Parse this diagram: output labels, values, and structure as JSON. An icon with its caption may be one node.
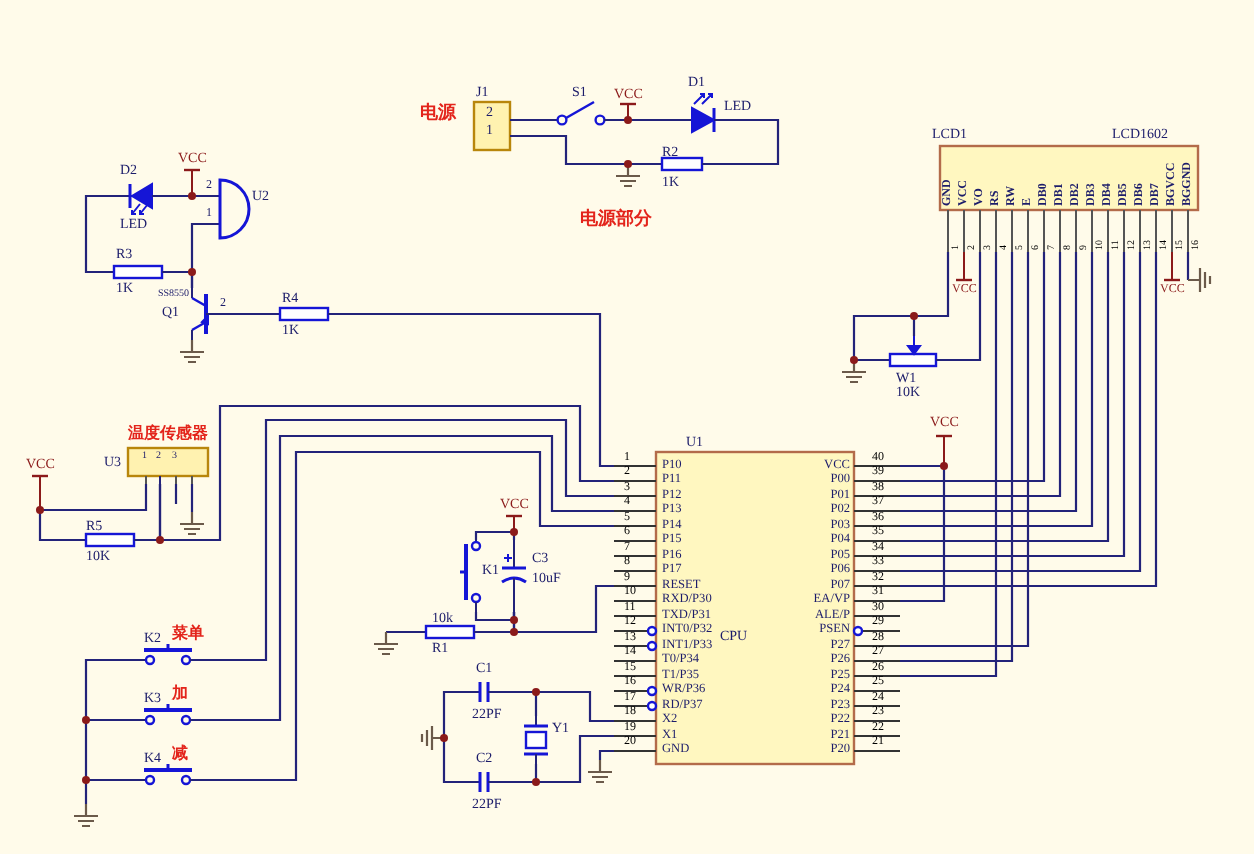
{
  "diagram": {
    "nodes": [
      {
        "text": [
          "J1",
          "2",
          "1"
        ]
      },
      {
        "text": [
          "S1"
        ]
      },
      {
        "text": [
          "D1",
          "LED"
        ]
      },
      {
        "text": [
          "R2",
          "1K"
        ]
      },
      {
        "text": [
          "D2",
          "LED"
        ]
      },
      {
        "text": [
          "U2",
          "2",
          "1"
        ]
      },
      {
        "text": [
          "R3",
          "1K"
        ]
      },
      {
        "text": [
          "SS8550",
          "Q1",
          "2"
        ]
      },
      {
        "text": [
          "R4",
          "1K"
        ]
      },
      {
        "text": [
          "温度传感器",
          "U3",
          "1",
          "2",
          "3"
        ]
      },
      {
        "text": [
          "R5",
          "10K"
        ]
      },
      {
        "text": [
          "K2",
          "菜单"
        ]
      },
      {
        "text": [
          "K3",
          "加"
        ]
      },
      {
        "text": [
          "K4",
          "减"
        ]
      },
      {
        "text": [
          "K1"
        ]
      },
      {
        "text": [
          "C3",
          "10uF"
        ]
      },
      {
        "text": [
          "10k",
          "R1"
        ]
      },
      {
        "text": [
          "C1",
          "22PF"
        ]
      },
      {
        "text": [
          "C2",
          "22PF"
        ]
      },
      {
        "text": [
          "Y1"
        ]
      },
      {
        "text": [
          "U1",
          "P10",
          "P11",
          "P12",
          "P13",
          "P14",
          "P15",
          "P16",
          "P17",
          "RESET",
          "RXD/P30",
          "TXD/P31",
          "INT0/P32",
          "INT1/P33",
          "T0/P34",
          "T1/P35",
          "WR/P36",
          "RD/P37",
          "X2",
          "X1",
          "GND",
          "VCC",
          "P00",
          "P01",
          "P02",
          "P03",
          "P04",
          "P05",
          "P06",
          "P07",
          "EA/VP",
          "ALE/P",
          "PSEN",
          "P27",
          "P26",
          "P25",
          "P24",
          "P23",
          "P22",
          "P21",
          "P20",
          "CPU"
        ]
      },
      {
        "text": [
          "LCD1",
          "LCD1602",
          "GND",
          "VCC",
          "VO",
          "RS",
          "RW",
          "E",
          "DB0",
          "DB1",
          "DB2",
          "DB3",
          "DB4",
          "DB5",
          "DB6",
          "DB7",
          "BGVCC",
          "BGGND"
        ]
      },
      {
        "text": [
          "W1",
          "10K"
        ]
      }
    ],
    "edges": [
      {
        "from": 0,
        "to": 1,
        "arrow": "none"
      },
      {
        "from": 1,
        "to": 2,
        "arrow": "none"
      },
      {
        "from": 2,
        "to": 3,
        "arrow": "none"
      },
      {
        "from": 0,
        "to": 3,
        "arrow": "none"
      },
      {
        "from": 4,
        "to": 5,
        "arrow": "none"
      },
      {
        "from": 4,
        "to": 6,
        "arrow": "none"
      },
      {
        "from": 6,
        "to": 7,
        "arrow": "none"
      },
      {
        "from": 5,
        "to": 7,
        "arrow": "none"
      },
      {
        "from": 7,
        "to": 8,
        "arrow": "none"
      },
      {
        "from": 8,
        "to": 20,
        "arrow": "none"
      },
      {
        "from": 10,
        "to": 9,
        "arrow": "none"
      },
      {
        "from": 9,
        "to": 20,
        "arrow": "none"
      },
      {
        "from": 11,
        "to": 20,
        "arrow": "none"
      },
      {
        "from": 12,
        "to": 20,
        "arrow": "none"
      },
      {
        "from": 13,
        "to": 20,
        "arrow": "none"
      },
      {
        "from": 11,
        "to": 12,
        "arrow": "none"
      },
      {
        "from": 12,
        "to": 13,
        "arrow": "none"
      },
      {
        "from": 14,
        "to": 15,
        "arrow": "none"
      },
      {
        "from": 14,
        "to": 15,
        "arrow": "none"
      },
      {
        "from": 15,
        "to": 16,
        "arrow": "none"
      },
      {
        "from": 15,
        "to": 20,
        "arrow": "none"
      },
      {
        "from": 17,
        "to": 19,
        "arrow": "none"
      },
      {
        "from": 18,
        "to": 19,
        "arrow": "none"
      },
      {
        "from": 17,
        "to": 18,
        "arrow": "none"
      },
      {
        "from": 17,
        "to": 20,
        "arrow": "none"
      },
      {
        "from": 18,
        "to": 20,
        "arrow": "none"
      },
      {
        "from": 20,
        "to": 21,
        "arrow": "none"
      },
      {
        "from": 20,
        "to": 21,
        "arrow": "none"
      },
      {
        "from": 20,
        "to": 21,
        "arrow": "none"
      },
      {
        "from": 20,
        "to": 21,
        "arrow": "none"
      },
      {
        "from": 20,
        "to": 21,
        "arrow": "none"
      },
      {
        "from": 20,
        "to": 21,
        "arrow": "none"
      },
      {
        "from": 20,
        "to": 21,
        "arrow": "none"
      },
      {
        "from": 20,
        "to": 21,
        "arrow": "none"
      },
      {
        "from": 20,
        "to": 21,
        "arrow": "none"
      },
      {
        "from": 20,
        "to": 21,
        "arrow": "none"
      },
      {
        "from": 20,
        "to": 21,
        "arrow": "none"
      },
      {
        "from": 21,
        "to": 22,
        "arrow": "none"
      },
      {
        "from": 22,
        "to": 21,
        "arrow": "none"
      },
      {
        "from": 9,
        "to": 10,
        "arrow": "none"
      }
    ],
    "labels": [
      "电源",
      "VCC",
      "电源部分",
      "VCC",
      "VCC",
      "VCC",
      "1",
      "2",
      "3",
      "4",
      "5",
      "6",
      "7",
      "8",
      "9",
      "10",
      "11",
      "12",
      "13",
      "14",
      "15",
      "16",
      "VCC",
      "VCC",
      "VCC",
      "1",
      "2",
      "3",
      "4",
      "5",
      "6",
      "7",
      "8",
      "9",
      "10",
      "11",
      "12",
      "13",
      "14",
      "15",
      "16",
      "17",
      "18",
      "19",
      "20",
      "40",
      "39",
      "38",
      "37",
      "36",
      "35",
      "34",
      "33",
      "32",
      "31",
      "30",
      "29",
      "28",
      "27",
      "26",
      "25",
      "24",
      "23",
      "22",
      "21"
    ]
  }
}
